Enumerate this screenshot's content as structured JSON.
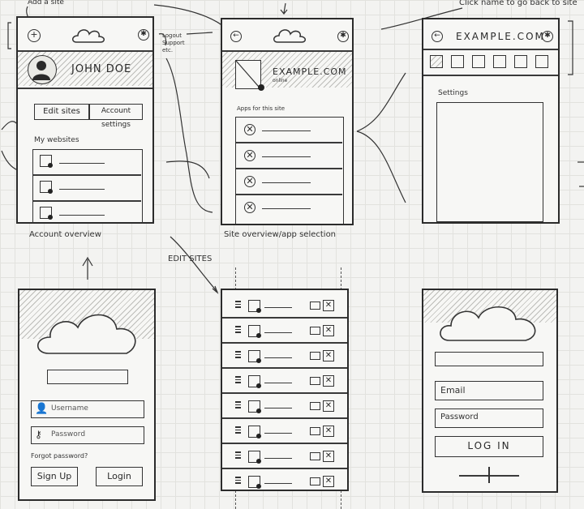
{
  "annotations": {
    "add_site": "Add a site",
    "click_name": "Click name to go back to site",
    "logout_support": "Logout Support etc.",
    "edit_sites": "EDIT SITES",
    "caption_account": "Account overview",
    "caption_site": "Site overview/app selection"
  },
  "screen_account": {
    "user_name": "JOHN DOE",
    "edit_sites_label": "Edit sites",
    "account_settings_label": "Account settings",
    "my_websites_label": "My websites"
  },
  "screen_site": {
    "site_name": "EXAMPLE.COM",
    "site_status": "online",
    "apps_label": "Apps for this site"
  },
  "screen_settings": {
    "site_name": "EXAMPLE.COM",
    "settings_label": "Settings"
  },
  "screen_login_small": {
    "username_placeholder": "Username",
    "password_placeholder": "Password",
    "forgot_password_label": "Forgot password?",
    "signup_label": "Sign Up",
    "login_label": "Login"
  },
  "screen_login_large": {
    "email_placeholder": "Email",
    "password_placeholder": "Password",
    "login_label": "LOG IN"
  },
  "icons": {
    "add": "plus-icon",
    "back": "back-arrow-icon",
    "gear": "gear-icon",
    "cloud": "cloud-icon",
    "remove": "x-icon",
    "user": "user-icon",
    "key": "key-icon"
  }
}
